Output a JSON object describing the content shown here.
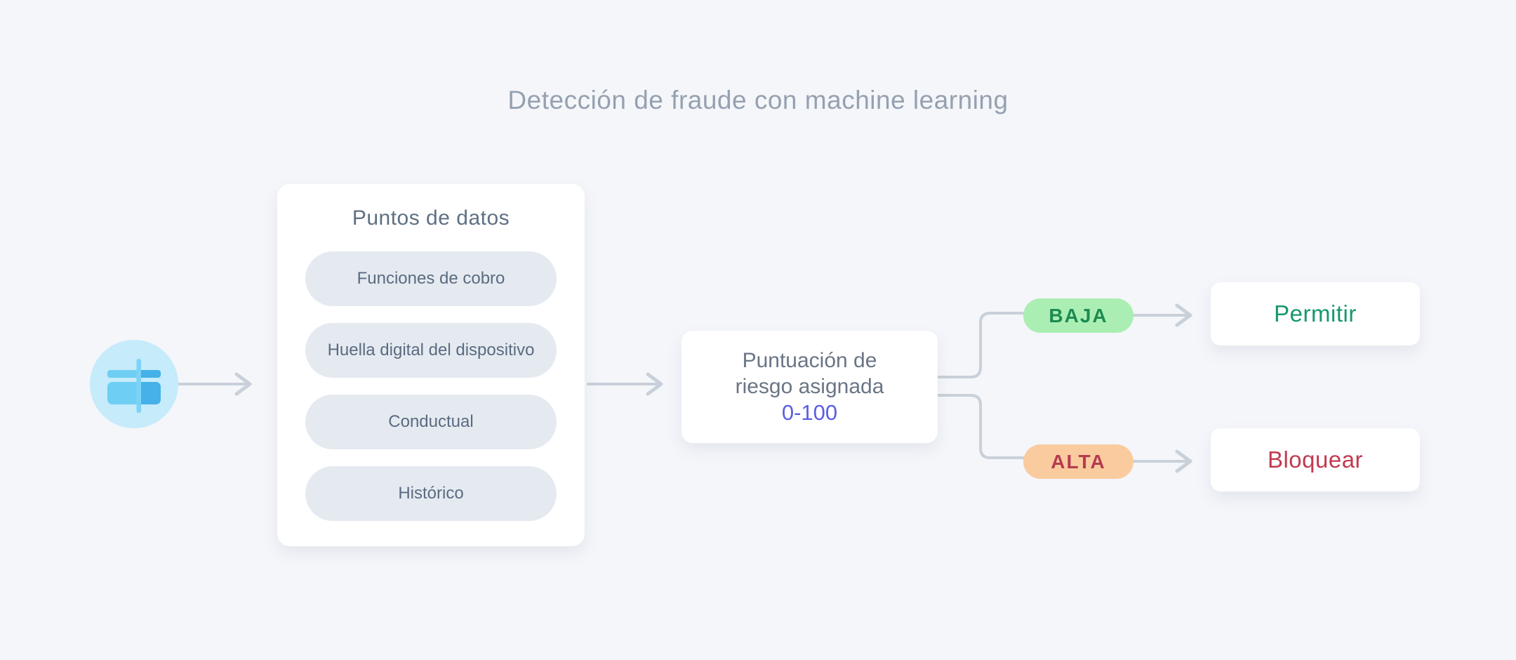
{
  "title": "Detección de fraude con machine learning",
  "input": {
    "icon": "credit-card",
    "circle_color": "#C6EBFA",
    "card_light_color": "#6FCEF4",
    "card_dark_color": "#44B1E8",
    "bar_color": "#7BD4F7"
  },
  "data_points": {
    "title": "Puntos de datos",
    "items": [
      "Funciones de cobro",
      "Huella digital del dispositivo",
      "Conductual",
      "Histórico"
    ]
  },
  "risk_score": {
    "label_lines": [
      "Puntuación de",
      "riesgo asignada"
    ],
    "range": "0-100",
    "range_color": "#5A5FE3"
  },
  "branches": [
    {
      "level": "BAJA",
      "action": "Permitir",
      "badge_bg": "#ABEEB3",
      "badge_text_color": "#1C8B50",
      "action_text_color": "#17986B"
    },
    {
      "level": "ALTA",
      "action": "Bloquear",
      "badge_bg": "#FACB9E",
      "badge_text_color": "#B43B50",
      "action_text_color": "#C23A50"
    }
  ],
  "colors": {
    "background": "#F4F6FA",
    "connector": "#C9D0D9",
    "title_text": "#96A1B0",
    "heading_text": "#5E7083",
    "pill_bg": "#E5EAF1",
    "pill_text": "#5A6B80",
    "score_text": "#6A7585",
    "card_bg": "#FFFFFF"
  }
}
